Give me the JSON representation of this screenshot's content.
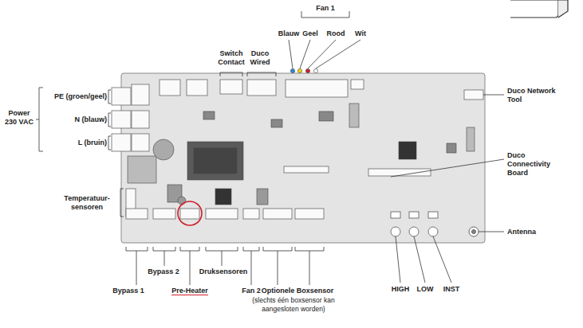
{
  "diagram": {
    "labels": [
      "Fan 1",
      "Blauw",
      "Geel",
      "Rood",
      "Wit",
      "Switch Contact",
      "Duco Wired",
      "Power 230 VAC",
      "PE (groen/geel)",
      "N (blauw)",
      "L (bruin)",
      "Temperatuur-sensoren",
      "Duco Network Tool",
      "Duco Connectivity Board",
      "Antenna",
      "Bypass 1",
      "Bypass 2",
      "Pre-Heater",
      "Druksensoren",
      "Fan 2",
      "Optionele Boxsensor",
      "(slechts één boxsensor kan aangesloten worden)",
      "HIGH",
      "LOW",
      "INST"
    ]
  }
}
